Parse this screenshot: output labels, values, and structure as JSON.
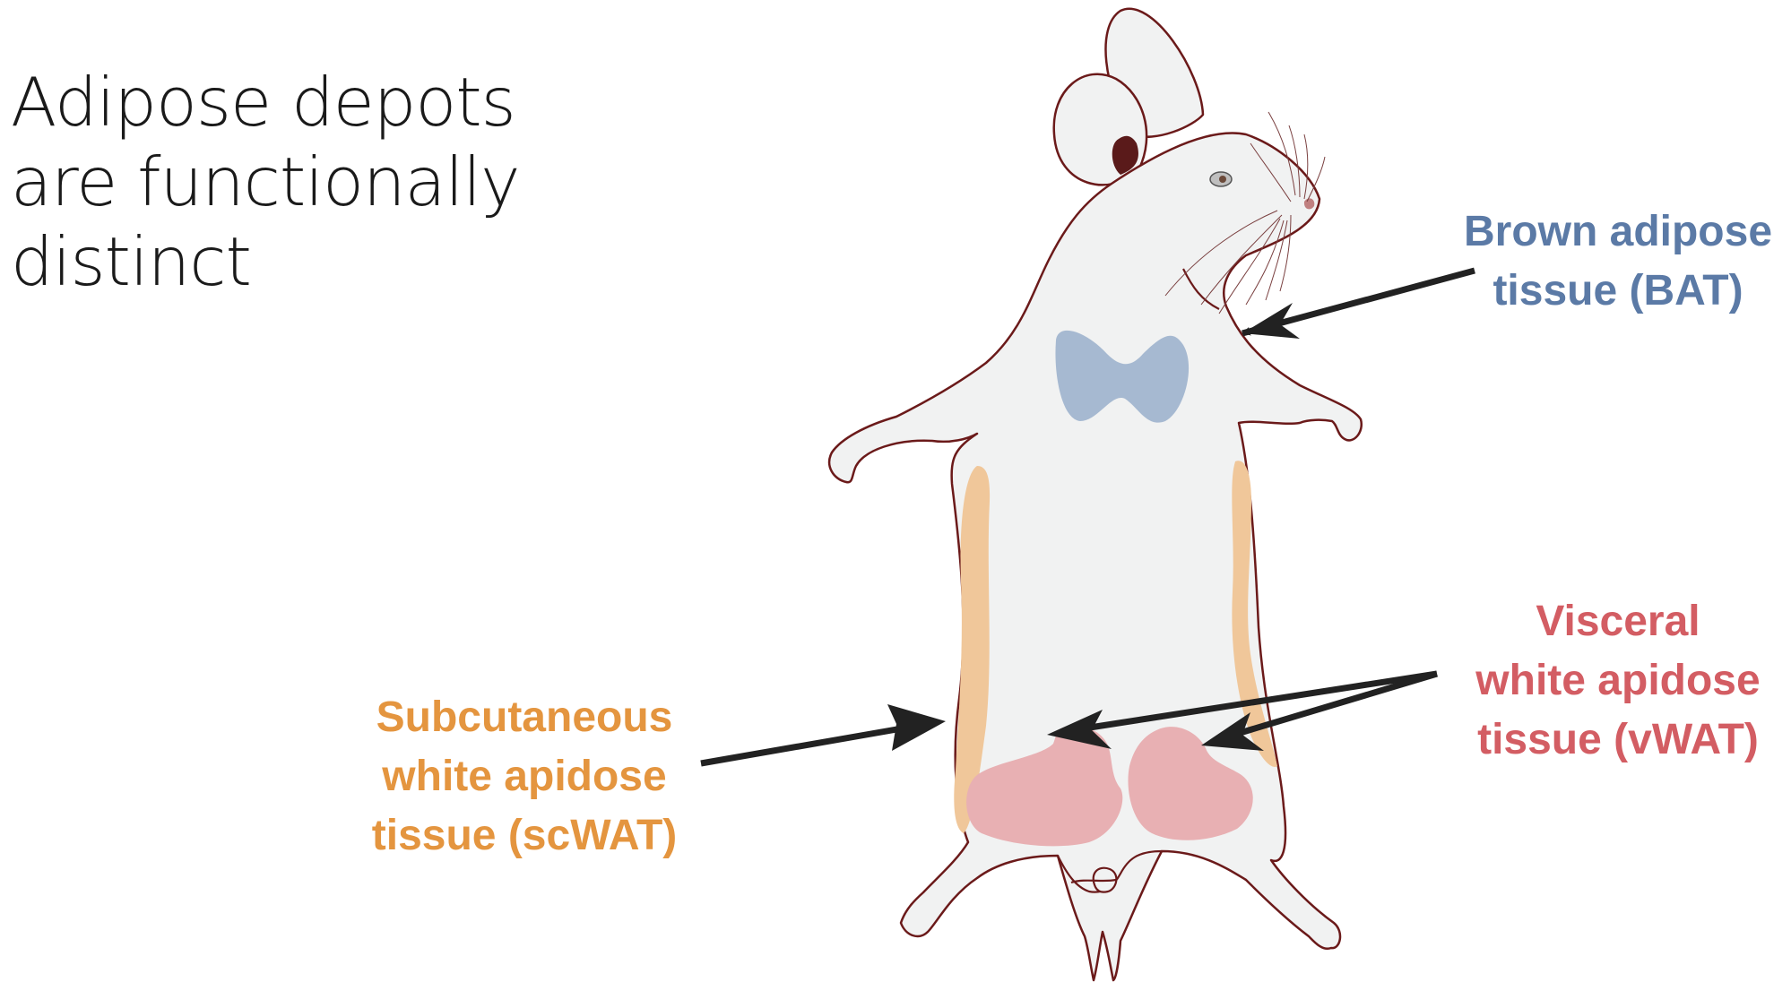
{
  "title": {
    "lines": [
      "Adipose depots",
      "are functionally",
      "distinct"
    ]
  },
  "labels": {
    "bat": {
      "lines": [
        "Brown adipose",
        "tissue (BAT)"
      ],
      "color": "#5b7aa6"
    },
    "vwat": {
      "lines": [
        "Visceral",
        "white apidose",
        "tissue (vWAT)"
      ],
      "color": "#d35d63"
    },
    "scwat": {
      "lines": [
        "Subcutaneous",
        "white apidose",
        "tissue (scWAT)"
      ],
      "color": "#e4953f"
    }
  },
  "colors": {
    "mouse_fill": "#f1f2f2",
    "mouse_outline": "#6b1a1a",
    "bat_fill": "#a6b9d1",
    "scwat_fill": "#f0c79a",
    "vwat_fill": "#e8b0b3",
    "arrow": "#222222"
  }
}
